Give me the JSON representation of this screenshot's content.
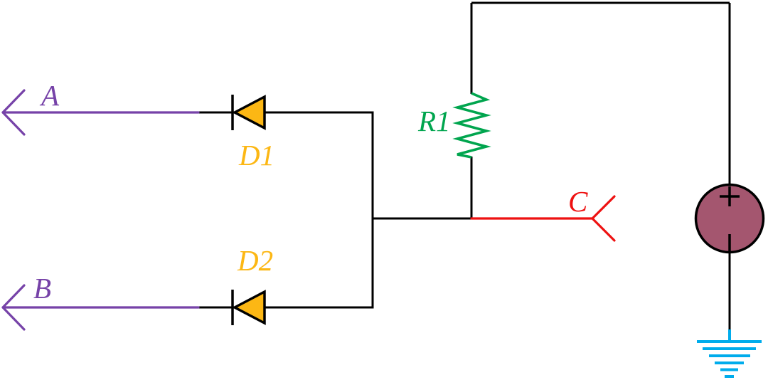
{
  "diagram": {
    "type": "circuit-schematic",
    "description": "Two diodes (D1, D2) from input ports A and B join at a common node; resistor R1 pulls the node up to a voltage source; node drives output port C; source negative terminal goes to ground."
  },
  "labels": {
    "port_a": "A",
    "port_b": "B",
    "port_c": "C",
    "diode_d1": "D1",
    "diode_d2": "D2",
    "resistor_r1": "R1"
  },
  "voltage_source": {
    "polarity_top": "+",
    "polarity_bottom": "−"
  },
  "components": [
    {
      "id": "D1",
      "kind": "diode",
      "orientation": "cathode-left"
    },
    {
      "id": "D2",
      "kind": "diode",
      "orientation": "cathode-left"
    },
    {
      "id": "R1",
      "kind": "resistor",
      "orientation": "vertical"
    },
    {
      "id": "V1",
      "kind": "voltage-source",
      "markers": [
        "+",
        "−"
      ]
    },
    {
      "id": "GND",
      "kind": "ground",
      "bars": 6
    }
  ],
  "colors": {
    "background": "#ffffff",
    "wire": "#000000",
    "port": "#7642a8",
    "diode": "#fcb714",
    "resistor": "#00a54e",
    "output": "#ee1111",
    "source-fill": "#a4566f",
    "ground": "#00acec"
  }
}
